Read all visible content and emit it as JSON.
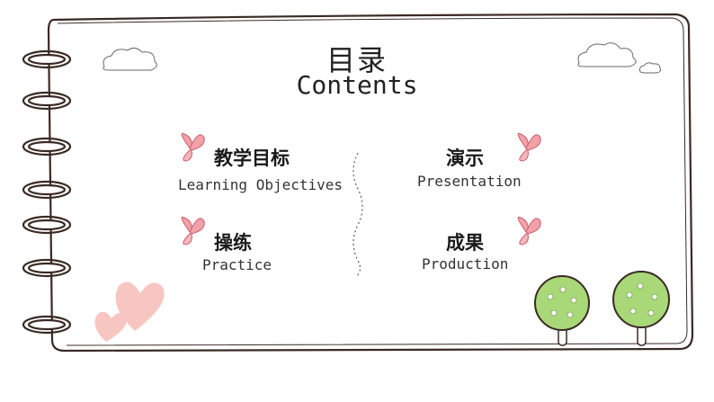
{
  "title": {
    "cn": "目录",
    "en": "Contents"
  },
  "items": [
    {
      "cn": "教学目标",
      "en": "Learning Objectives"
    },
    {
      "cn": "演示",
      "en": "Presentation"
    },
    {
      "cn": "操练",
      "en": "Practice"
    },
    {
      "cn": "成果",
      "en": "Production"
    }
  ],
  "colors": {
    "outline": "#3a2a24",
    "butterfly": "#f4a0a8",
    "heart": "#f8c6c2",
    "tree": "#a8d878",
    "trunk": "#ffffff"
  },
  "icons": [
    "notebook-ring-icon",
    "butterfly-icon",
    "cloud-icon",
    "heart-icon",
    "tree-icon"
  ]
}
